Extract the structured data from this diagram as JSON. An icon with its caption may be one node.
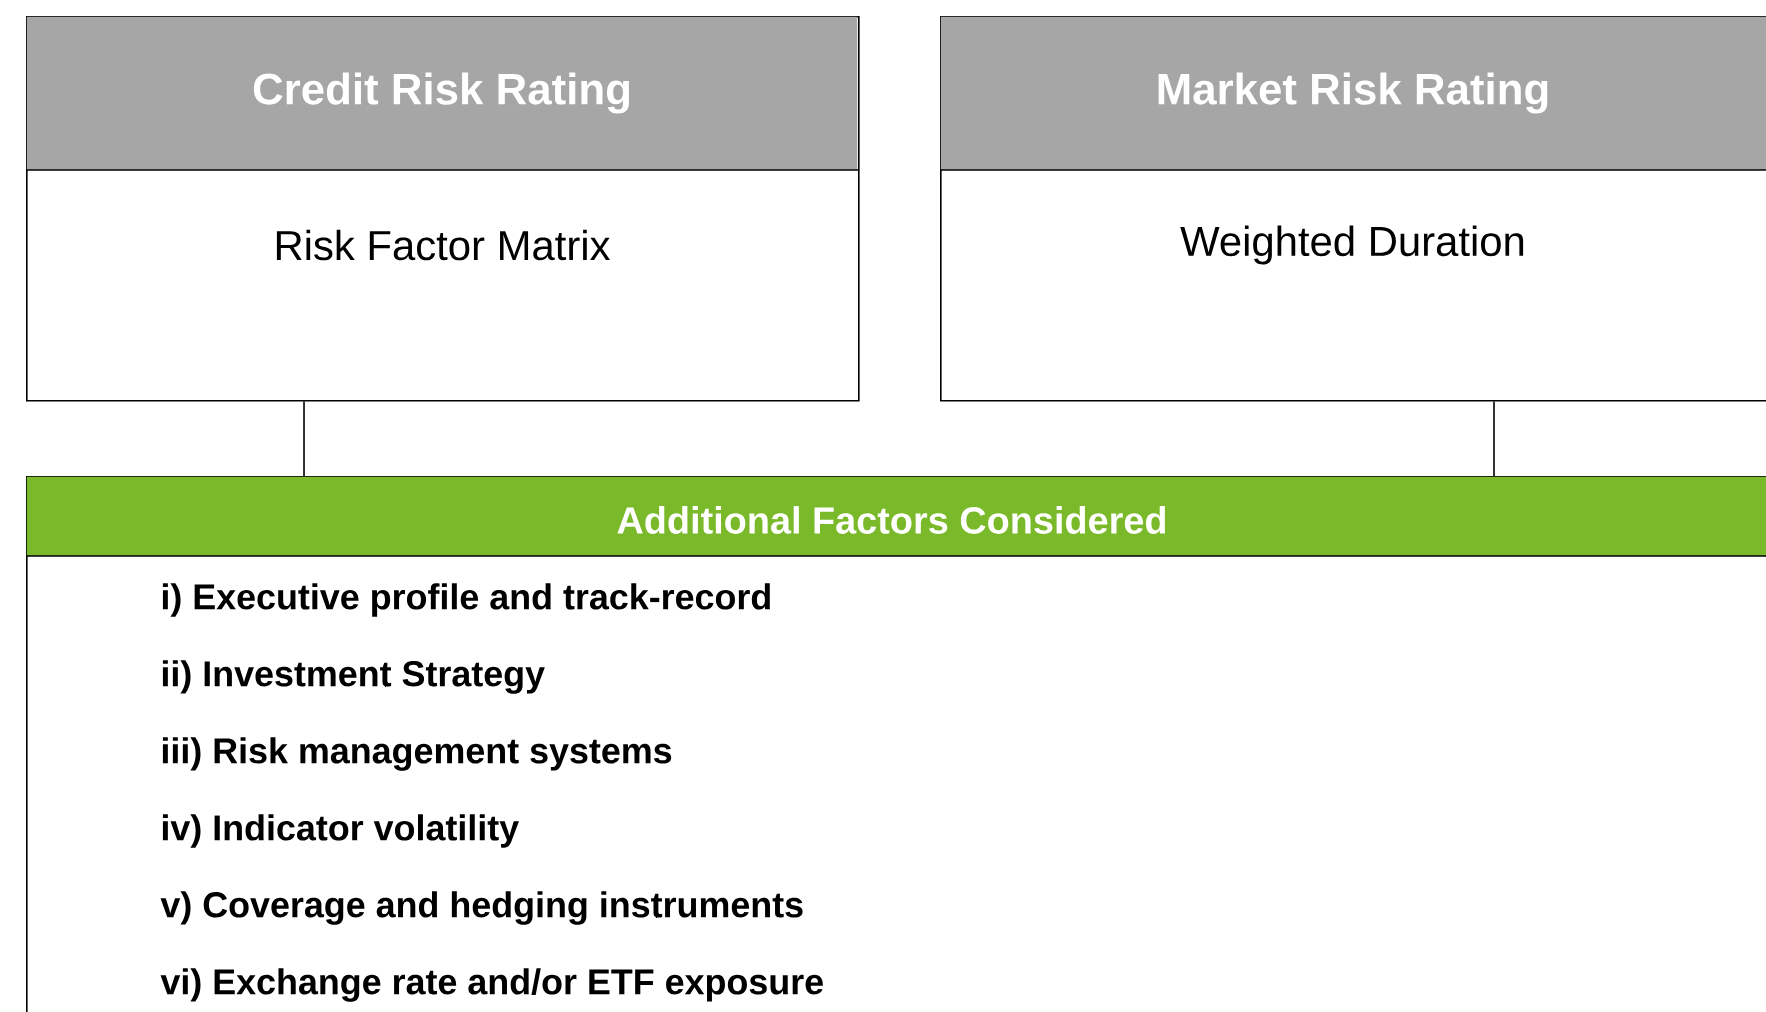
{
  "diagram": {
    "nodes": [
      {
        "text": [
          "Credit Risk Rating",
          "Risk Factor Matrix"
        ]
      },
      {
        "text": [
          "Market Risk Rating",
          "Weighted Duration"
        ]
      },
      {
        "text": [
          "Additional Factors Considered",
          "i) Executive profile and track-record",
          "ii) Investment Strategy",
          "iii) Risk management systems",
          "iv) Indicator volatility",
          "v) Coverage and hedging instruments",
          "vi) Exchange rate and/or ETF exposure"
        ]
      }
    ],
    "edges": [
      {
        "from": 0,
        "to": 2,
        "arrow": "none"
      },
      {
        "from": 1,
        "to": 2,
        "arrow": "none"
      }
    ]
  }
}
